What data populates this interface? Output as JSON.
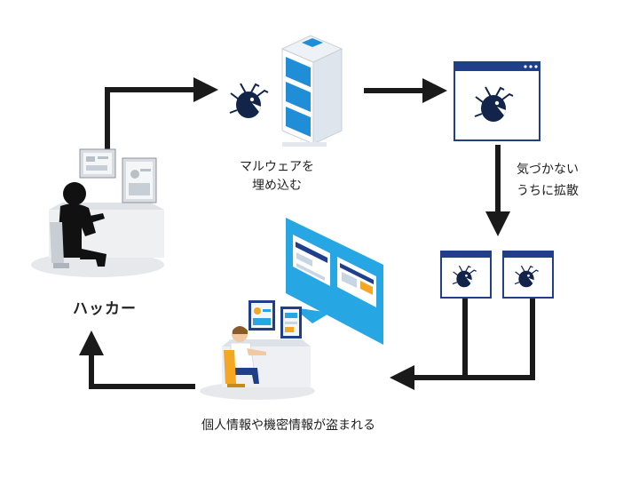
{
  "labels": {
    "hacker": "ハッカー",
    "embed_line1": "マルウェアを",
    "embed_line2": "埋め込む",
    "spread_line1": "気づかない",
    "spread_line2": "うちに拡散",
    "stolen": "個人情報や機密情報が盗まれる"
  },
  "colors": {
    "arrow": "#1a1a1a",
    "window_border": "#1f3f8a",
    "malware_body": "#12244a",
    "server_panel": "#1f8ed6",
    "screen_bg": "#26a6e2",
    "desk": "#eef1f5",
    "chair": "#f5a623",
    "hacker_silhouette": "#111111"
  },
  "icons": [
    "hacker-icon",
    "server-icon",
    "malware-bug-icon",
    "browser-window-icon",
    "office-worker-icon"
  ]
}
